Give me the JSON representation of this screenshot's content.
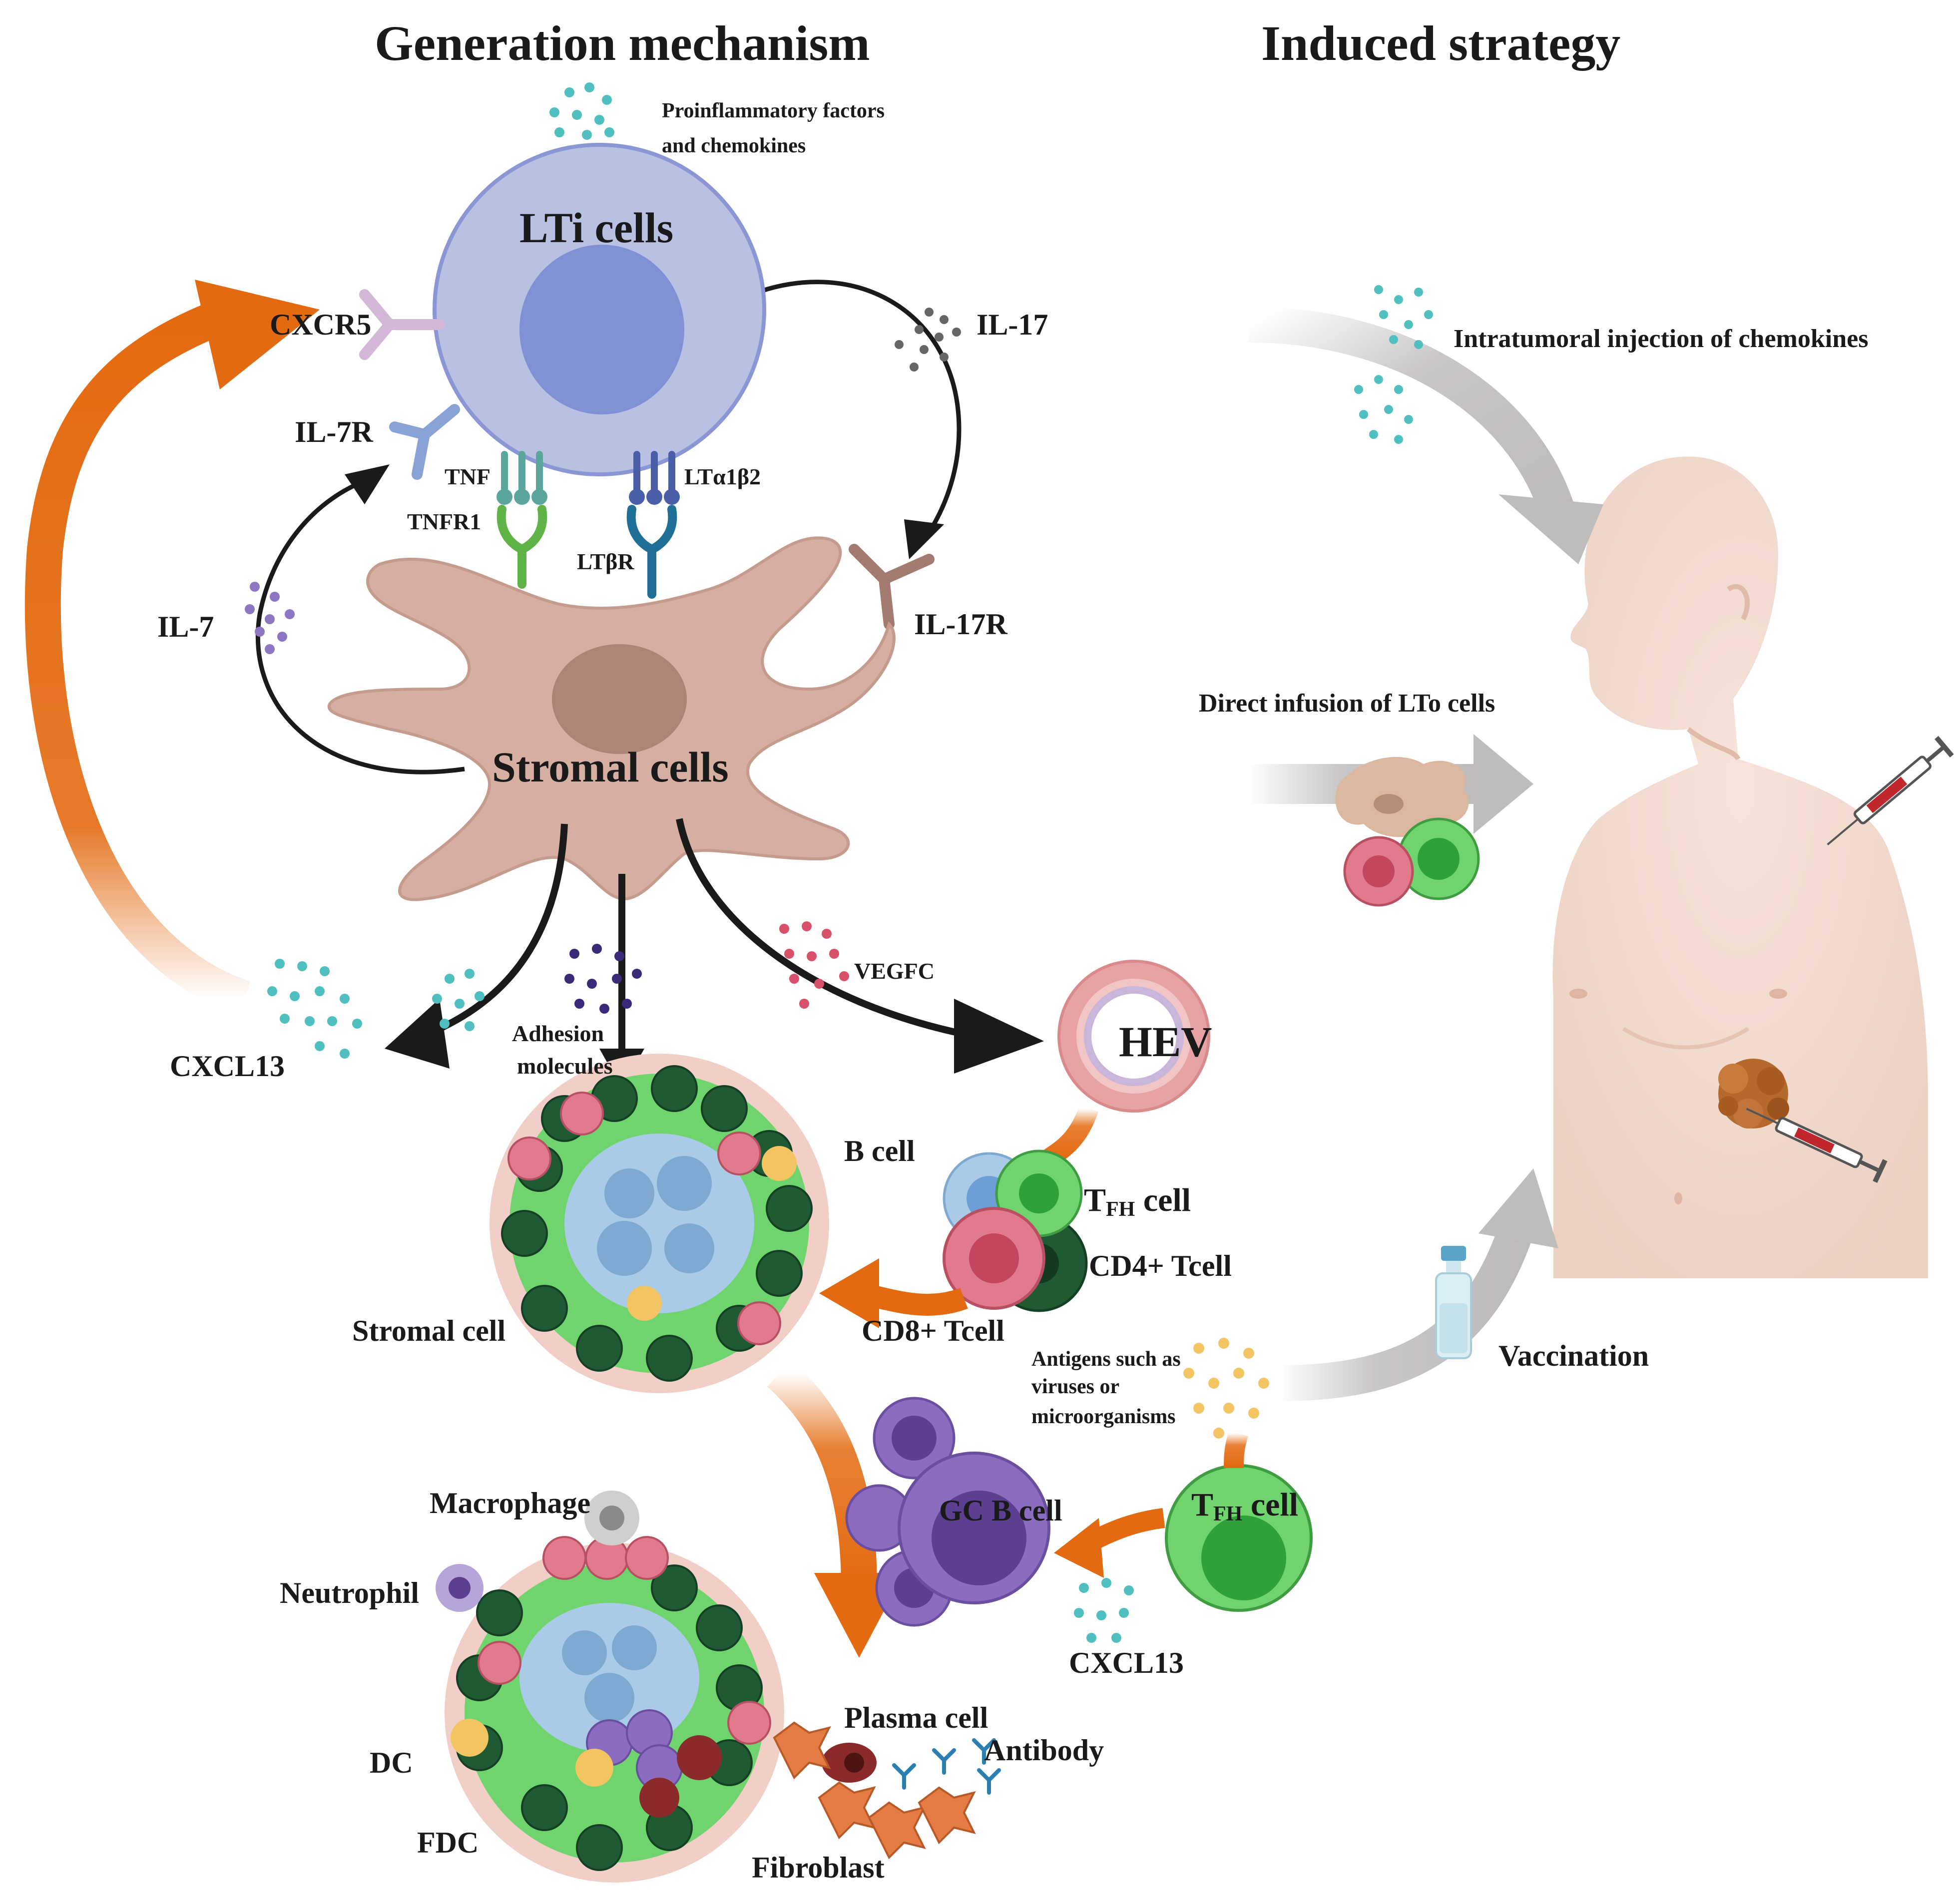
{
  "headings": {
    "left": "Generation mechanism",
    "right": "Induced strategy"
  },
  "labels": {
    "proinflammatory_1": "Proinflammatory factors",
    "proinflammatory_2": "and chemokines",
    "lti": "LTi cells",
    "cxcr5": "CXCR5",
    "il17": "IL-17",
    "il7r": "IL-7R",
    "tnf": "TNF",
    "lta1b2": "LTα1β2",
    "tnfr1": "TNFR1",
    "ltbr": "LTβR",
    "il17r": "IL-17R",
    "il7": "IL-7",
    "stromal": "Stromal cells",
    "vegfc": "VEGFC",
    "adhesion_1": "Adhesion",
    "adhesion_2": "molecules",
    "cxcl13_a": "CXCL13",
    "hev": "HEV",
    "bcell": "B cell",
    "tfh_a_main": "T",
    "tfh_a_sub": "FH",
    "tfh_a_rest": " cell",
    "cd4": "CD4+ Tcell",
    "cd8": "CD8+ Tcell",
    "stromal_cell": "Stromal cell",
    "antigens_1": "Antigens such as",
    "antigens_2": "viruses or",
    "antigens_3": "microorganisms",
    "vaccination": "Vaccination",
    "gcb": "GC B cell",
    "tfh_b_main": "T",
    "tfh_b_sub": "FH",
    "tfh_b_rest": " cell",
    "cxcl13_b": "CXCL13",
    "macrophage": "Macrophage",
    "neutrophil": "Neutrophil",
    "dc": "DC",
    "fdc": "FDC",
    "plasma": "Plasma cell",
    "antibody": "Antibody",
    "fibroblast": "Fibroblast",
    "intratumoral": "Intratumoral injection of chemokines",
    "direct_infusion": "Direct infusion of LTo cells"
  },
  "colors": {
    "orange_arrow": "#e36a10",
    "lti_cell": "#b9c1e3",
    "lti_nucleus": "#8090d4",
    "stromal": "#d6afa2",
    "stromal_nucleus": "#ad8475",
    "green_cell": "#6fd36e",
    "dark_green_cell": "#1f5a33",
    "blue_cell": "#a9cbe8",
    "pink_cell": "#e07a8c",
    "purple_cell": "#8b6cc0",
    "body_skin": "#f3ddd1",
    "grey_arrow": "#c9c6c6",
    "teal_dots": "#4fbfbf"
  }
}
